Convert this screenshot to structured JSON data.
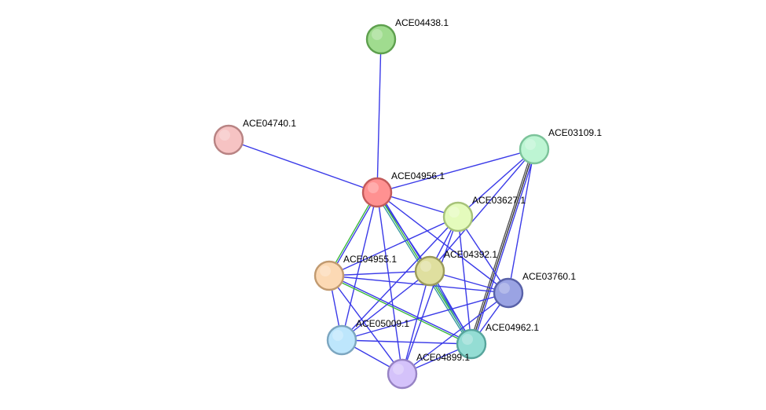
{
  "network": {
    "nodes": [
      {
        "id": "ACE04438.1",
        "label": "ACE04438.1",
        "fill": "#a0dc8f",
        "stroke": "#5ea04e"
      },
      {
        "id": "ACE04740.1",
        "label": "ACE04740.1",
        "fill": "#f6c3c3",
        "stroke": "#b88383"
      },
      {
        "id": "ACE03109.1",
        "label": "ACE03109.1",
        "fill": "#bdf5d3",
        "stroke": "#7cc39a"
      },
      {
        "id": "ACE04956.1",
        "label": "ACE04956.1",
        "fill": "#ff9191",
        "stroke": "#c25a5a"
      },
      {
        "id": "ACE03627.1",
        "label": "ACE03627.1",
        "fill": "#e4fbbc",
        "stroke": "#a6c279"
      },
      {
        "id": "ACE04955.1",
        "label": "ACE04955.1",
        "fill": "#fcd9b4",
        "stroke": "#c19a70"
      },
      {
        "id": "ACE04392.1",
        "label": "ACE04392.1",
        "fill": "#dfdf9f",
        "stroke": "#9a9a5a"
      },
      {
        "id": "ACE03760.1",
        "label": "ACE03760.1",
        "fill": "#9aa3e3",
        "stroke": "#5861a8"
      },
      {
        "id": "ACE05009.1",
        "label": "ACE05009.1",
        "fill": "#bde6fc",
        "stroke": "#7ca6c0"
      },
      {
        "id": "ACE04962.1",
        "label": "ACE04962.1",
        "fill": "#94ddd4",
        "stroke": "#57a59c"
      },
      {
        "id": "ACE04899.1",
        "label": "ACE04899.1",
        "fill": "#d4c2fa",
        "stroke": "#9783c4"
      }
    ],
    "edges": [
      {
        "source": "ACE04438.1",
        "target": "ACE04956.1",
        "colors": [
          "#3a3ae8"
        ]
      },
      {
        "source": "ACE04740.1",
        "target": "ACE04956.1",
        "colors": [
          "#3a3ae8"
        ]
      },
      {
        "source": "ACE04956.1",
        "target": "ACE03109.1",
        "colors": [
          "#3a3ae8"
        ]
      },
      {
        "source": "ACE04956.1",
        "target": "ACE03627.1",
        "colors": [
          "#3a3ae8"
        ]
      },
      {
        "source": "ACE04956.1",
        "target": "ACE04955.1",
        "colors": [
          "#3a3ae8",
          "#3ab83a"
        ]
      },
      {
        "source": "ACE04956.1",
        "target": "ACE04392.1",
        "colors": [
          "#3a3ae8"
        ]
      },
      {
        "source": "ACE04956.1",
        "target": "ACE03760.1",
        "colors": [
          "#3a3ae8"
        ]
      },
      {
        "source": "ACE04956.1",
        "target": "ACE05009.1",
        "colors": [
          "#3a3ae8"
        ]
      },
      {
        "source": "ACE04956.1",
        "target": "ACE04962.1",
        "colors": [
          "#3a3ae8",
          "#3ab83a",
          "#3a9aa0"
        ]
      },
      {
        "source": "ACE04956.1",
        "target": "ACE04899.1",
        "colors": [
          "#3a3ae8"
        ]
      },
      {
        "source": "ACE03109.1",
        "target": "ACE03627.1",
        "colors": [
          "#3a3ae8"
        ]
      },
      {
        "source": "ACE03109.1",
        "target": "ACE04392.1",
        "colors": [
          "#3a3ae8"
        ]
      },
      {
        "source": "ACE03109.1",
        "target": "ACE03760.1",
        "colors": [
          "#3a3ae8"
        ]
      },
      {
        "source": "ACE03109.1",
        "target": "ACE04962.1",
        "colors": [
          "#3a3ae8",
          "#333333",
          "#555555"
        ]
      },
      {
        "source": "ACE03627.1",
        "target": "ACE04955.1",
        "colors": [
          "#3a3ae8"
        ]
      },
      {
        "source": "ACE03627.1",
        "target": "ACE04392.1",
        "colors": [
          "#3a3ae8"
        ]
      },
      {
        "source": "ACE03627.1",
        "target": "ACE03760.1",
        "colors": [
          "#3a3ae8"
        ]
      },
      {
        "source": "ACE03627.1",
        "target": "ACE05009.1",
        "colors": [
          "#3a3ae8"
        ]
      },
      {
        "source": "ACE03627.1",
        "target": "ACE04962.1",
        "colors": [
          "#3a3ae8"
        ]
      },
      {
        "source": "ACE03627.1",
        "target": "ACE04899.1",
        "colors": [
          "#3a3ae8"
        ]
      },
      {
        "source": "ACE04955.1",
        "target": "ACE04392.1",
        "colors": [
          "#3a3ae8"
        ]
      },
      {
        "source": "ACE04955.1",
        "target": "ACE03760.1",
        "colors": [
          "#3a3ae8"
        ]
      },
      {
        "source": "ACE04955.1",
        "target": "ACE05009.1",
        "colors": [
          "#3a3ae8"
        ]
      },
      {
        "source": "ACE04955.1",
        "target": "ACE04962.1",
        "colors": [
          "#3a3ae8",
          "#3ab83a"
        ]
      },
      {
        "source": "ACE04955.1",
        "target": "ACE04899.1",
        "colors": [
          "#3a3ae8"
        ]
      },
      {
        "source": "ACE04392.1",
        "target": "ACE03760.1",
        "colors": [
          "#3a3ae8"
        ]
      },
      {
        "source": "ACE04392.1",
        "target": "ACE05009.1",
        "colors": [
          "#3a3ae8"
        ]
      },
      {
        "source": "ACE04392.1",
        "target": "ACE04962.1",
        "colors": [
          "#3a3ae8",
          "#3a9aa0"
        ]
      },
      {
        "source": "ACE04392.1",
        "target": "ACE04899.1",
        "colors": [
          "#3a3ae8"
        ]
      },
      {
        "source": "ACE03760.1",
        "target": "ACE05009.1",
        "colors": [
          "#3a3ae8"
        ]
      },
      {
        "source": "ACE03760.1",
        "target": "ACE04962.1",
        "colors": [
          "#3a3ae8"
        ]
      },
      {
        "source": "ACE03760.1",
        "target": "ACE04899.1",
        "colors": [
          "#3a3ae8"
        ]
      },
      {
        "source": "ACE05009.1",
        "target": "ACE04962.1",
        "colors": [
          "#3a3ae8"
        ]
      },
      {
        "source": "ACE05009.1",
        "target": "ACE04899.1",
        "colors": [
          "#3a3ae8"
        ]
      },
      {
        "source": "ACE04962.1",
        "target": "ACE04899.1",
        "colors": [
          "#3a3ae8"
        ]
      }
    ]
  }
}
